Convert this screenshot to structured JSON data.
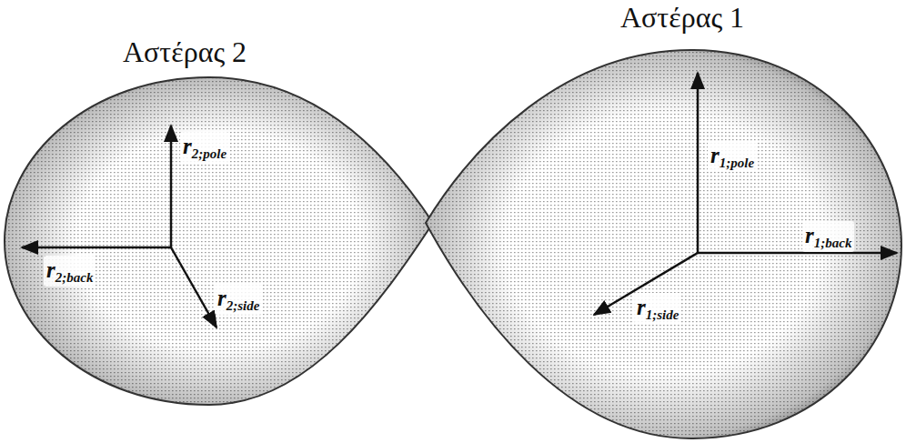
{
  "diagram": {
    "labels": [
      "Αστέρας 1",
      "Αστέρας 2",
      "r2;pole",
      "r1;pole",
      "r1;back",
      "r2;back",
      "r2;side",
      "r1;side"
    ]
  }
}
